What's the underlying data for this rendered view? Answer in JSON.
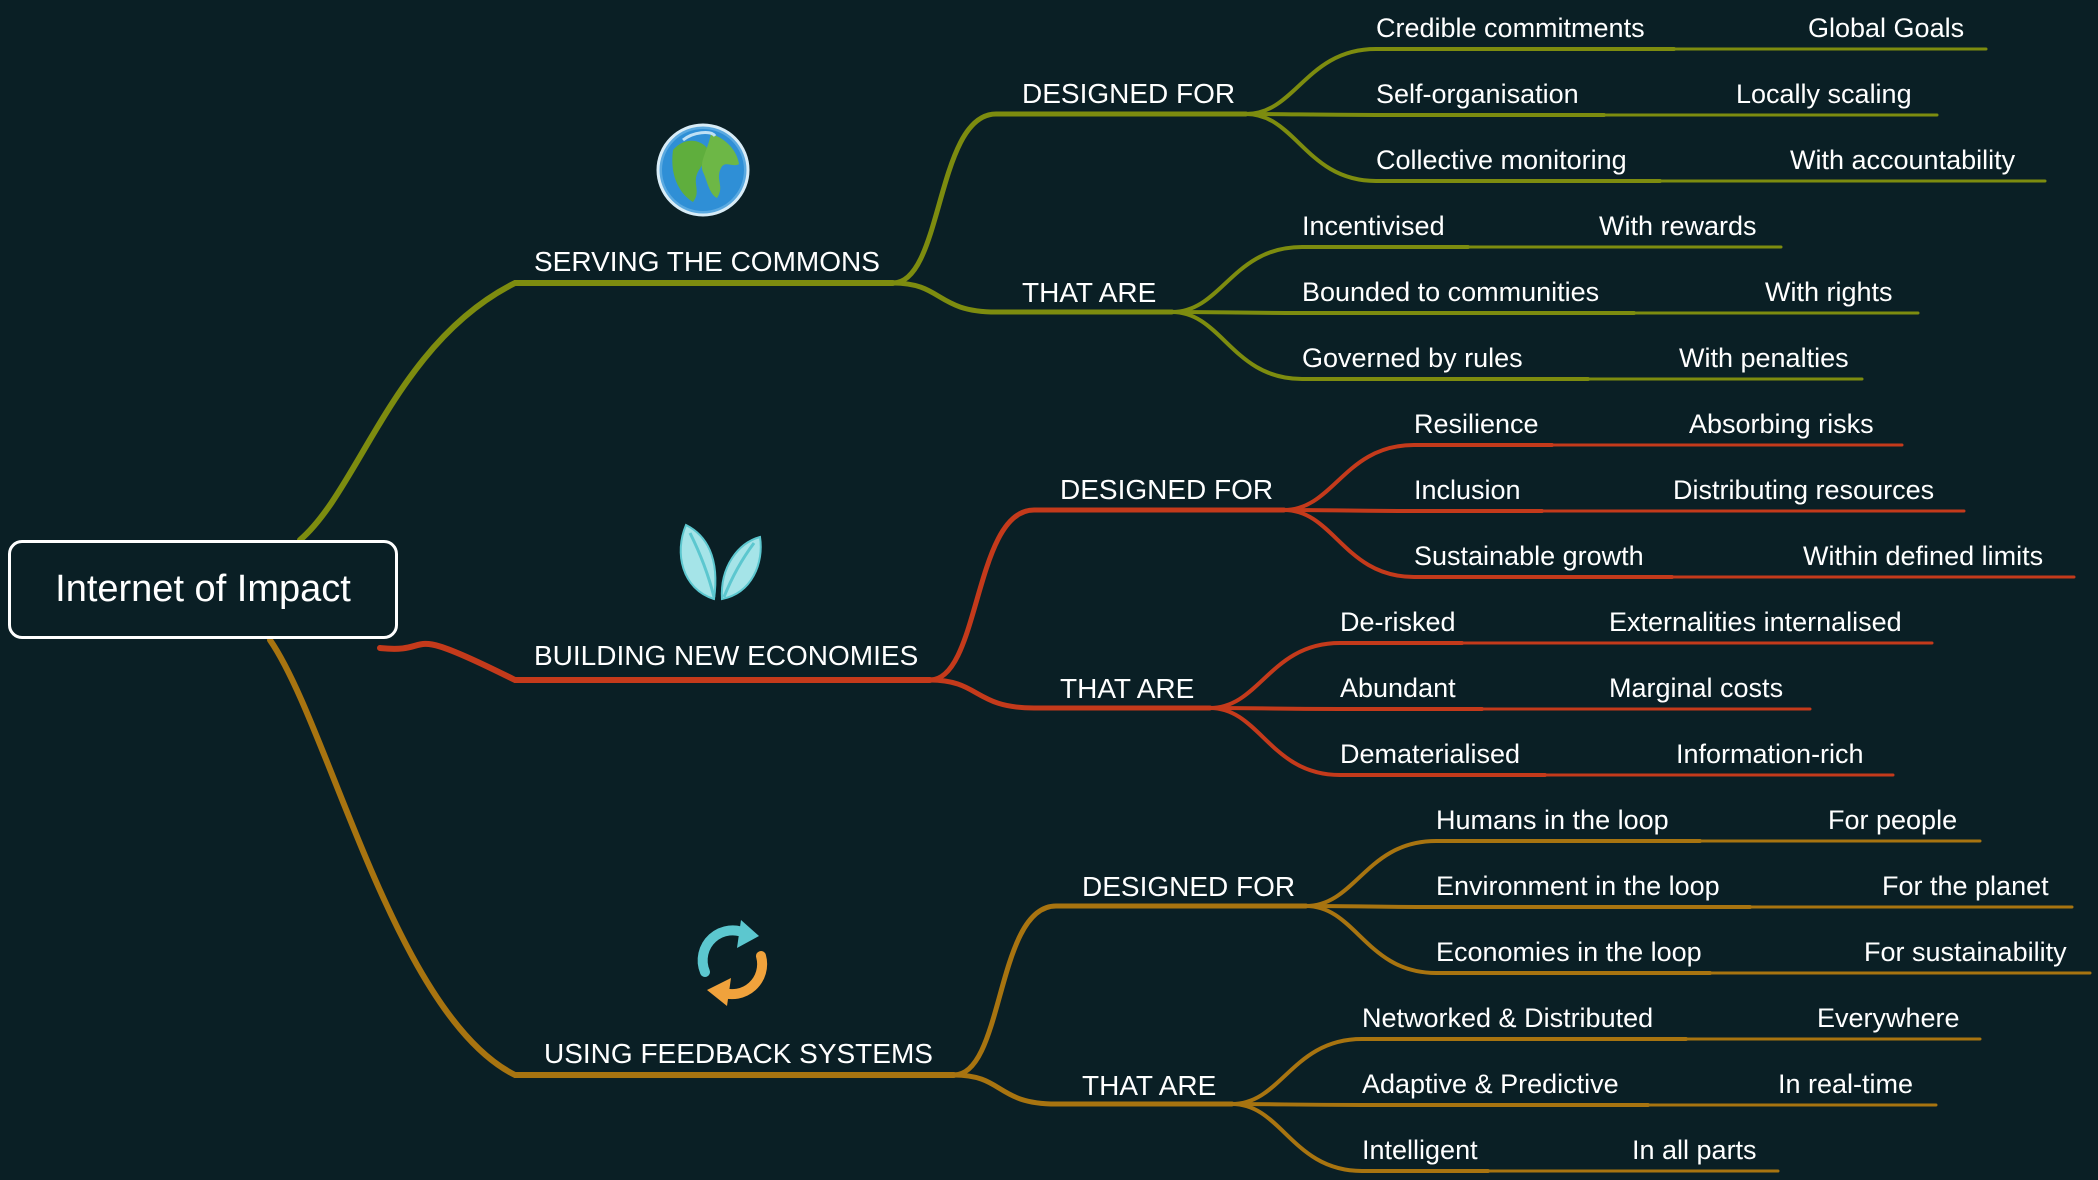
{
  "root": {
    "label": "Internet of Impact"
  },
  "colors": {
    "background": "#0a1f25",
    "commons": "#7d8c0f",
    "economies": "#c43a1b",
    "feedback": "#a87410",
    "text": "#ffffff"
  },
  "branches": [
    {
      "label": "SERVING THE COMMONS",
      "icon": "globe-icon",
      "color": "#7d8c0f",
      "groups": [
        {
          "label": "DESIGNED FOR",
          "items": [
            {
              "a": "Credible commitments",
              "b": "Global Goals"
            },
            {
              "a": "Self-organisation",
              "b": "Locally scaling"
            },
            {
              "a": "Collective monitoring",
              "b": "With accountability"
            }
          ]
        },
        {
          "label": "THAT ARE",
          "items": [
            {
              "a": "Incentivised",
              "b": "With rewards"
            },
            {
              "a": "Bounded to communities",
              "b": "With rights"
            },
            {
              "a": "Governed by rules",
              "b": "With penalties"
            }
          ]
        }
      ]
    },
    {
      "label": "BUILDING NEW ECONOMIES",
      "icon": "leaf-icon",
      "color": "#c43a1b",
      "groups": [
        {
          "label": "DESIGNED FOR",
          "items": [
            {
              "a": "Resilience",
              "b": "Absorbing risks"
            },
            {
              "a": "Inclusion",
              "b": "Distributing resources"
            },
            {
              "a": "Sustainable growth",
              "b": "Within defined limits"
            }
          ]
        },
        {
          "label": "THAT ARE",
          "items": [
            {
              "a": "De-risked",
              "b": "Externalities internalised"
            },
            {
              "a": "Abundant",
              "b": "Marginal costs"
            },
            {
              "a": "Dematerialised",
              "b": "Information-rich"
            }
          ]
        }
      ]
    },
    {
      "label": "USING FEEDBACK SYSTEMS",
      "icon": "cycle-arrows-icon",
      "color": "#a87410",
      "groups": [
        {
          "label": "DESIGNED FOR",
          "items": [
            {
              "a": "Humans in the loop",
              "b": "For people"
            },
            {
              "a": "Environment in the loop",
              "b": "For the planet"
            },
            {
              "a": "Economies in the loop",
              "b": "For sustainability"
            }
          ]
        },
        {
          "label": "THAT ARE",
          "items": [
            {
              "a": "Networked & Distributed",
              "b": "Everywhere"
            },
            {
              "a": "Adaptive & Predictive",
              "b": "In real-time"
            },
            {
              "a": "Intelligent",
              "b": "In all parts"
            }
          ]
        }
      ]
    }
  ]
}
